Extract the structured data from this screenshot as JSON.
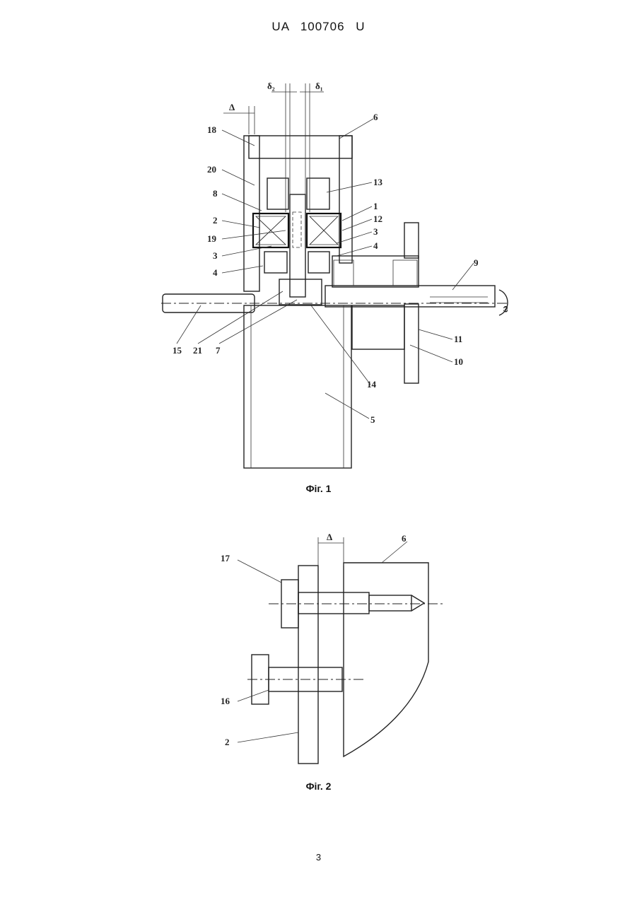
{
  "header": {
    "text": "UA   100706   U"
  },
  "figure1": {
    "caption": "Фіг. 1",
    "labels": [
      "18",
      "20",
      "8",
      "2",
      "19",
      "3",
      "4",
      "6",
      "13",
      "1",
      "12",
      "3",
      "4",
      "9",
      "11",
      "10",
      "14",
      "5",
      "15",
      "21",
      "7"
    ],
    "dim_labels": [
      "Δ",
      "δ₂",
      "δ₁"
    ],
    "rotation_symbol": "ω"
  },
  "figure2": {
    "caption": "Фіг. 2",
    "labels": [
      "17",
      "16",
      "2",
      "6"
    ],
    "dim_label": "Δ"
  },
  "page_number": "3"
}
